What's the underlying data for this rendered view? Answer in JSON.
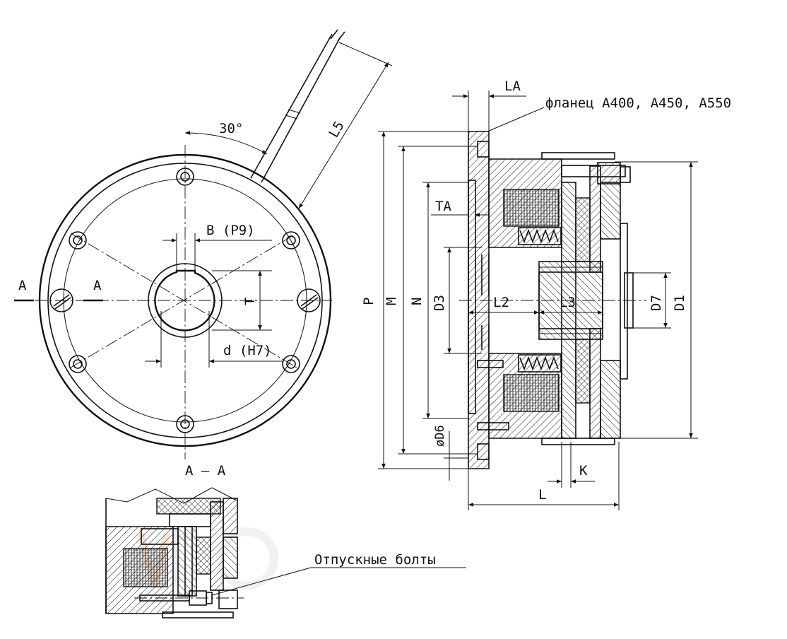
{
  "labels": {
    "angle": "30°",
    "l5": "L5",
    "b_p9": "B (P9)",
    "section_a_left": "A",
    "section_a_right": "A",
    "t": "T",
    "d_h7": "d (H7)",
    "section_title": "A – A",
    "release_bolts": "Отпускные болты",
    "la": "LA",
    "flange": "фланец A400, A450, A550",
    "ta": "TA",
    "p": "P",
    "m": "M",
    "n": "N",
    "d3": "D3",
    "l2": "L2",
    "l3": "L3",
    "d7": "D7",
    "d1": "D1",
    "d6": "øD6",
    "k": "K",
    "l": "L"
  },
  "colors": {
    "line": "#111111",
    "background": "#ffffff",
    "watermark": "#e9e9e9",
    "watermark_accent": "#f3c9a8"
  }
}
